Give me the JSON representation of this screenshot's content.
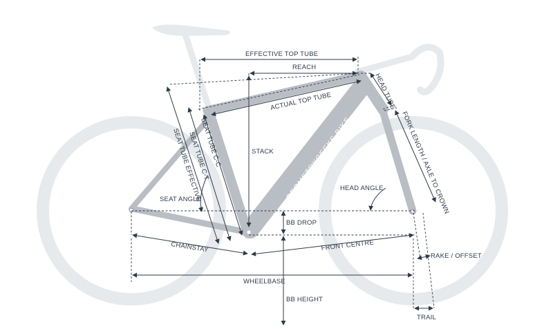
{
  "labels": {
    "effective_top_tube": "EFFECTIVE TOP TUBE",
    "reach": "REACH",
    "actual_top_tube": "ACTUAL TOP TUBE",
    "head_tube": "HEAD TUBE",
    "fork_length": "FORK LENGTH / AXLE TO CROWN",
    "seat_tube_cc": "SEAT TUBE C-C",
    "seat_tube_ct": "SEAT TUBE C-T",
    "seat_tube_effective": "SEAT TUBE EFFECTIVE",
    "stack": "STACK",
    "seat_angle": "SEAT ANGLE",
    "head_angle": "HEAD ANGLE",
    "bb_drop": "BB DROP",
    "chainstay": "CHAINSTAY",
    "front_centre": "FRONT CENTRE",
    "rake_offset": "RAKE / OFFSET",
    "wheelbase": "WHEELBASE",
    "bb_height": "BB HEIGHT",
    "trail": "TRAIL",
    "downtube_logo": "GEOMETRYGEEKS.BIKE"
  },
  "colors": {
    "frame": "#b9bec4",
    "ghost": "#e7eaec",
    "annotation": "#2e3a4a"
  }
}
